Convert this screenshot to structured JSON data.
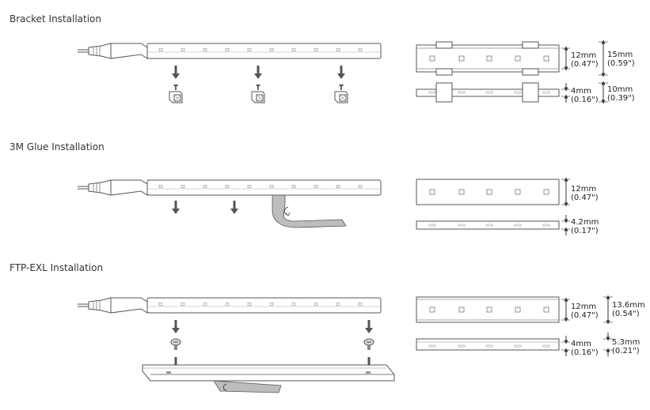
{
  "sections": {
    "bracket": {
      "title": "Bracket Installation"
    },
    "glue": {
      "title": "3M Glue Installation"
    },
    "ftp": {
      "title": "FTP-EXL Installation"
    }
  },
  "dimensions": {
    "bracket_top_inner": {
      "mm": "12mm",
      "in": "(0.47\")"
    },
    "bracket_top_outer": {
      "mm": "15mm",
      "in": "(0.59\")"
    },
    "bracket_side_inner": {
      "mm": "4mm",
      "in": "(0.16\")"
    },
    "bracket_side_outer": {
      "mm": "10mm",
      "in": "(0.39\")"
    },
    "glue_top": {
      "mm": "12mm",
      "in": "(0.47\")"
    },
    "glue_side": {
      "mm": "4.2mm",
      "in": "(0.17\")"
    },
    "ftp_top_inner": {
      "mm": "12mm",
      "in": "(0.47\")"
    },
    "ftp_top_outer": {
      "mm": "13.6mm",
      "in": "(0.54\")"
    },
    "ftp_side_inner": {
      "mm": "4mm",
      "in": "(0.16\")"
    },
    "ftp_side_outer": {
      "mm": "5.3mm",
      "in": "(0.21\")"
    }
  },
  "colors": {
    "line": "#555555",
    "arrow": "#555555",
    "tape": "#bdbdbd",
    "led": "#999999"
  }
}
